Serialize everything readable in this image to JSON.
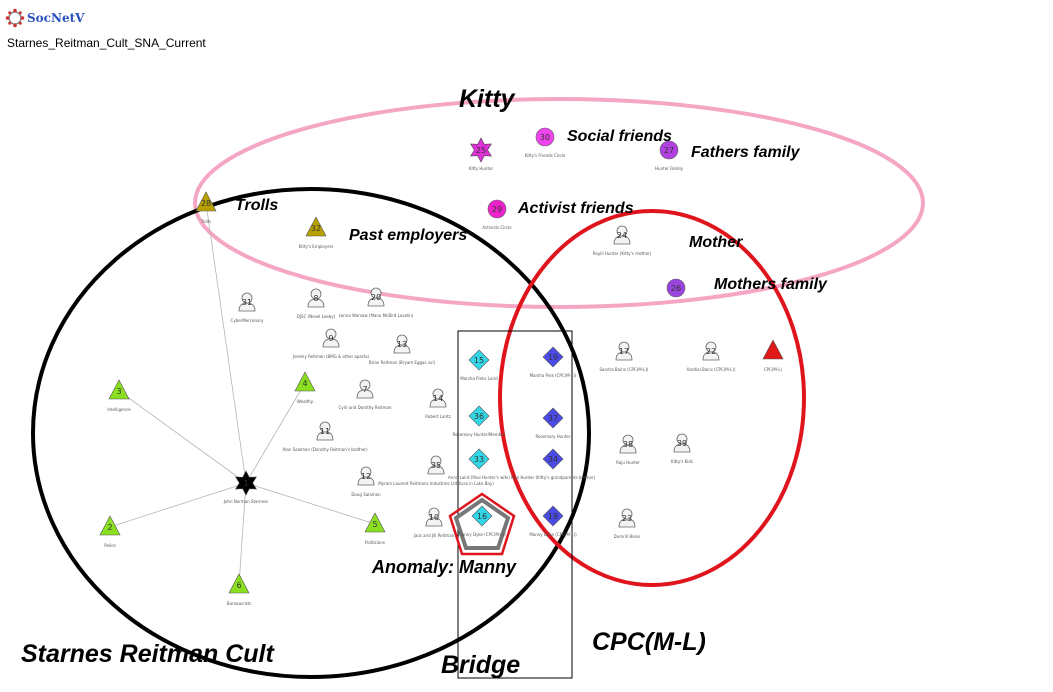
{
  "app": {
    "name": "SocNetV",
    "logo_icon": "network-gear-icon",
    "file_title": "Starnes_Reitman_Cult_SNA_Current"
  },
  "regions": {
    "kitty": {
      "label": "Kitty",
      "color": "#f4a6c4"
    },
    "cult": {
      "label": "Starnes Reitman Cult",
      "color": "#000000"
    },
    "cpc": {
      "label": "CPC(M-L)",
      "color": "#e0141c"
    },
    "bridge": {
      "label": "Bridge",
      "color": "#000000"
    },
    "anomaly": {
      "label": "Anomaly: Manny"
    }
  },
  "group_labels": {
    "social_friends": "Social friends",
    "fathers_family": "Fathers family",
    "trolls": "Trolls",
    "past_employers": "Past employers",
    "activist_friends": "Activist friends",
    "mother": "Mother",
    "mothers_family": "Mothers family"
  },
  "nodes": [
    {
      "id": "n25",
      "num": "25",
      "shape": "star6",
      "color": "#e030d8",
      "caption": "Kitty Hunter"
    },
    {
      "id": "n30",
      "num": "30",
      "shape": "circle",
      "color": "#ee44ee",
      "caption": "Kitty's Friends Circle"
    },
    {
      "id": "n27",
      "num": "27",
      "shape": "circle",
      "color": "#b040e0",
      "caption": "Hunter Family"
    },
    {
      "id": "n29",
      "num": "29",
      "shape": "circle",
      "color": "#ee22cc",
      "caption": "Activists Circle"
    },
    {
      "id": "n28",
      "num": "28",
      "shape": "triangle",
      "color": "#b8a000",
      "caption": "Trolls"
    },
    {
      "id": "n32",
      "num": "32",
      "shape": "triangle",
      "color": "#b8a000",
      "caption": "Kitty's Employers"
    },
    {
      "id": "n24",
      "num": "24",
      "shape": "person",
      "color": "#ffffff",
      "caption": "Raylil Hunter (Kitty's mother)"
    },
    {
      "id": "n26",
      "num": "26",
      "shape": "circle",
      "color": "#9944dd",
      "caption": ""
    },
    {
      "id": "n31",
      "num": "31",
      "shape": "person",
      "color": "#ffffff",
      "caption": "CyberMercenary"
    },
    {
      "id": "n8",
      "num": "8",
      "shape": "person",
      "color": "#ffffff",
      "caption": "DJSC (Nexel Leeby)"
    },
    {
      "id": "n20",
      "num": "20",
      "shape": "person",
      "color": "#ffffff",
      "caption": "Lenna Warsaw (Manu McBird Lovelin)"
    },
    {
      "id": "n9",
      "num": "9",
      "shape": "person",
      "color": "#ffffff",
      "caption": "Jeremy Reitman (BMG & other aparta)"
    },
    {
      "id": "n13",
      "num": "13",
      "shape": "person",
      "color": "#ffffff",
      "caption": "Brian Reitman (Bryam Eggas sul)"
    },
    {
      "id": "n7",
      "num": "7",
      "shape": "person",
      "color": "#ffffff",
      "caption": "Cyril and Dorothy Reitman"
    },
    {
      "id": "n14",
      "num": "14",
      "shape": "person",
      "color": "#ffffff",
      "caption": "Robert Lantz"
    },
    {
      "id": "n11",
      "num": "11",
      "shape": "person",
      "color": "#ffffff",
      "caption": "Alan Salaman (Dorothy Reitman's brother)"
    },
    {
      "id": "n12",
      "num": "12",
      "shape": "person",
      "color": "#ffffff",
      "caption": "Doug Salaman"
    },
    {
      "id": "n35",
      "num": "35",
      "shape": "person",
      "color": "#ffffff",
      "caption": "Myram Laurent Reitmans Industries Ltd (Lisa in Lake Bay)"
    },
    {
      "id": "n10",
      "num": "10",
      "shape": "person",
      "color": "#ffffff",
      "caption": "Jack and Jill Reitman"
    },
    {
      "id": "n1",
      "num": "1",
      "shape": "star6",
      "color": "#000000",
      "caption": "John Norman Starness"
    },
    {
      "id": "n3",
      "num": "3",
      "shape": "triangle",
      "color": "#8ae020",
      "caption": "Intelligence"
    },
    {
      "id": "n4",
      "num": "4",
      "shape": "triangle",
      "color": "#8ae020",
      "caption": "Wealthy"
    },
    {
      "id": "n2",
      "num": "2",
      "shape": "triangle",
      "color": "#8ae020",
      "caption": "Police"
    },
    {
      "id": "n5",
      "num": "5",
      "shape": "triangle",
      "color": "#8ae020",
      "caption": "Politicians"
    },
    {
      "id": "n6",
      "num": "6",
      "shape": "triangle",
      "color": "#8ae020",
      "caption": "Bureaucrats"
    },
    {
      "id": "n15",
      "num": "15",
      "shape": "diamond",
      "color": "#33d6e6",
      "caption": "Marsha Pinks Laird"
    },
    {
      "id": "n19",
      "num": "19",
      "shape": "diamond",
      "color": "#4a4ae6",
      "caption": "Marsha Pink (CPC(M-L))"
    },
    {
      "id": "n36",
      "num": "36",
      "shape": "diamond",
      "color": "#33d6e6",
      "caption": "Rosemary Hunter/Member"
    },
    {
      "id": "n37",
      "num": "37",
      "shape": "diamond",
      "color": "#4a4ae6",
      "caption": "Rosemary Hunter"
    },
    {
      "id": "n33",
      "num": "33",
      "shape": "diamond",
      "color": "#33d6e6",
      "caption": "Anna Laird (Paul Hunter's wife)"
    },
    {
      "id": "n34",
      "num": "34",
      "shape": "diamond",
      "color": "#4a4ae6",
      "caption": "Paul Hunter (Kitty's grandparents brother)"
    },
    {
      "id": "n16",
      "num": "16",
      "shape": "diamond",
      "color": "#33d6e6",
      "caption": "Manny Dyke (CPC(M-L))"
    },
    {
      "id": "n18",
      "num": "18",
      "shape": "diamond",
      "color": "#4a4ae6",
      "caption": "Manny Dyke (CPC(M-L))"
    },
    {
      "id": "n17",
      "num": "17",
      "shape": "person",
      "color": "#ffffff",
      "caption": "Sandra Bains (CPC(M-L))"
    },
    {
      "id": "n22",
      "num": "22",
      "shape": "person",
      "color": "#ffffff",
      "caption": "Hardial Bains (CPC(M-L))"
    },
    {
      "id": "n21",
      "num": "",
      "shape": "triangle",
      "color": "#e01818",
      "caption": "CPC(M-L)"
    },
    {
      "id": "n38",
      "num": "38",
      "shape": "person",
      "color": "#ffffff",
      "caption": "Raju Hunter"
    },
    {
      "id": "n39",
      "num": "39",
      "shape": "person",
      "color": "#ffffff",
      "caption": "Kitty's Kids"
    },
    {
      "id": "n23",
      "num": "23",
      "shape": "person",
      "color": "#ffffff",
      "caption": "Dumrill Bains"
    }
  ],
  "edges": [
    [
      "n1",
      "n28"
    ],
    [
      "n1",
      "n3"
    ],
    [
      "n1",
      "n4"
    ],
    [
      "n1",
      "n2"
    ],
    [
      "n1",
      "n5"
    ],
    [
      "n1",
      "n6"
    ]
  ]
}
